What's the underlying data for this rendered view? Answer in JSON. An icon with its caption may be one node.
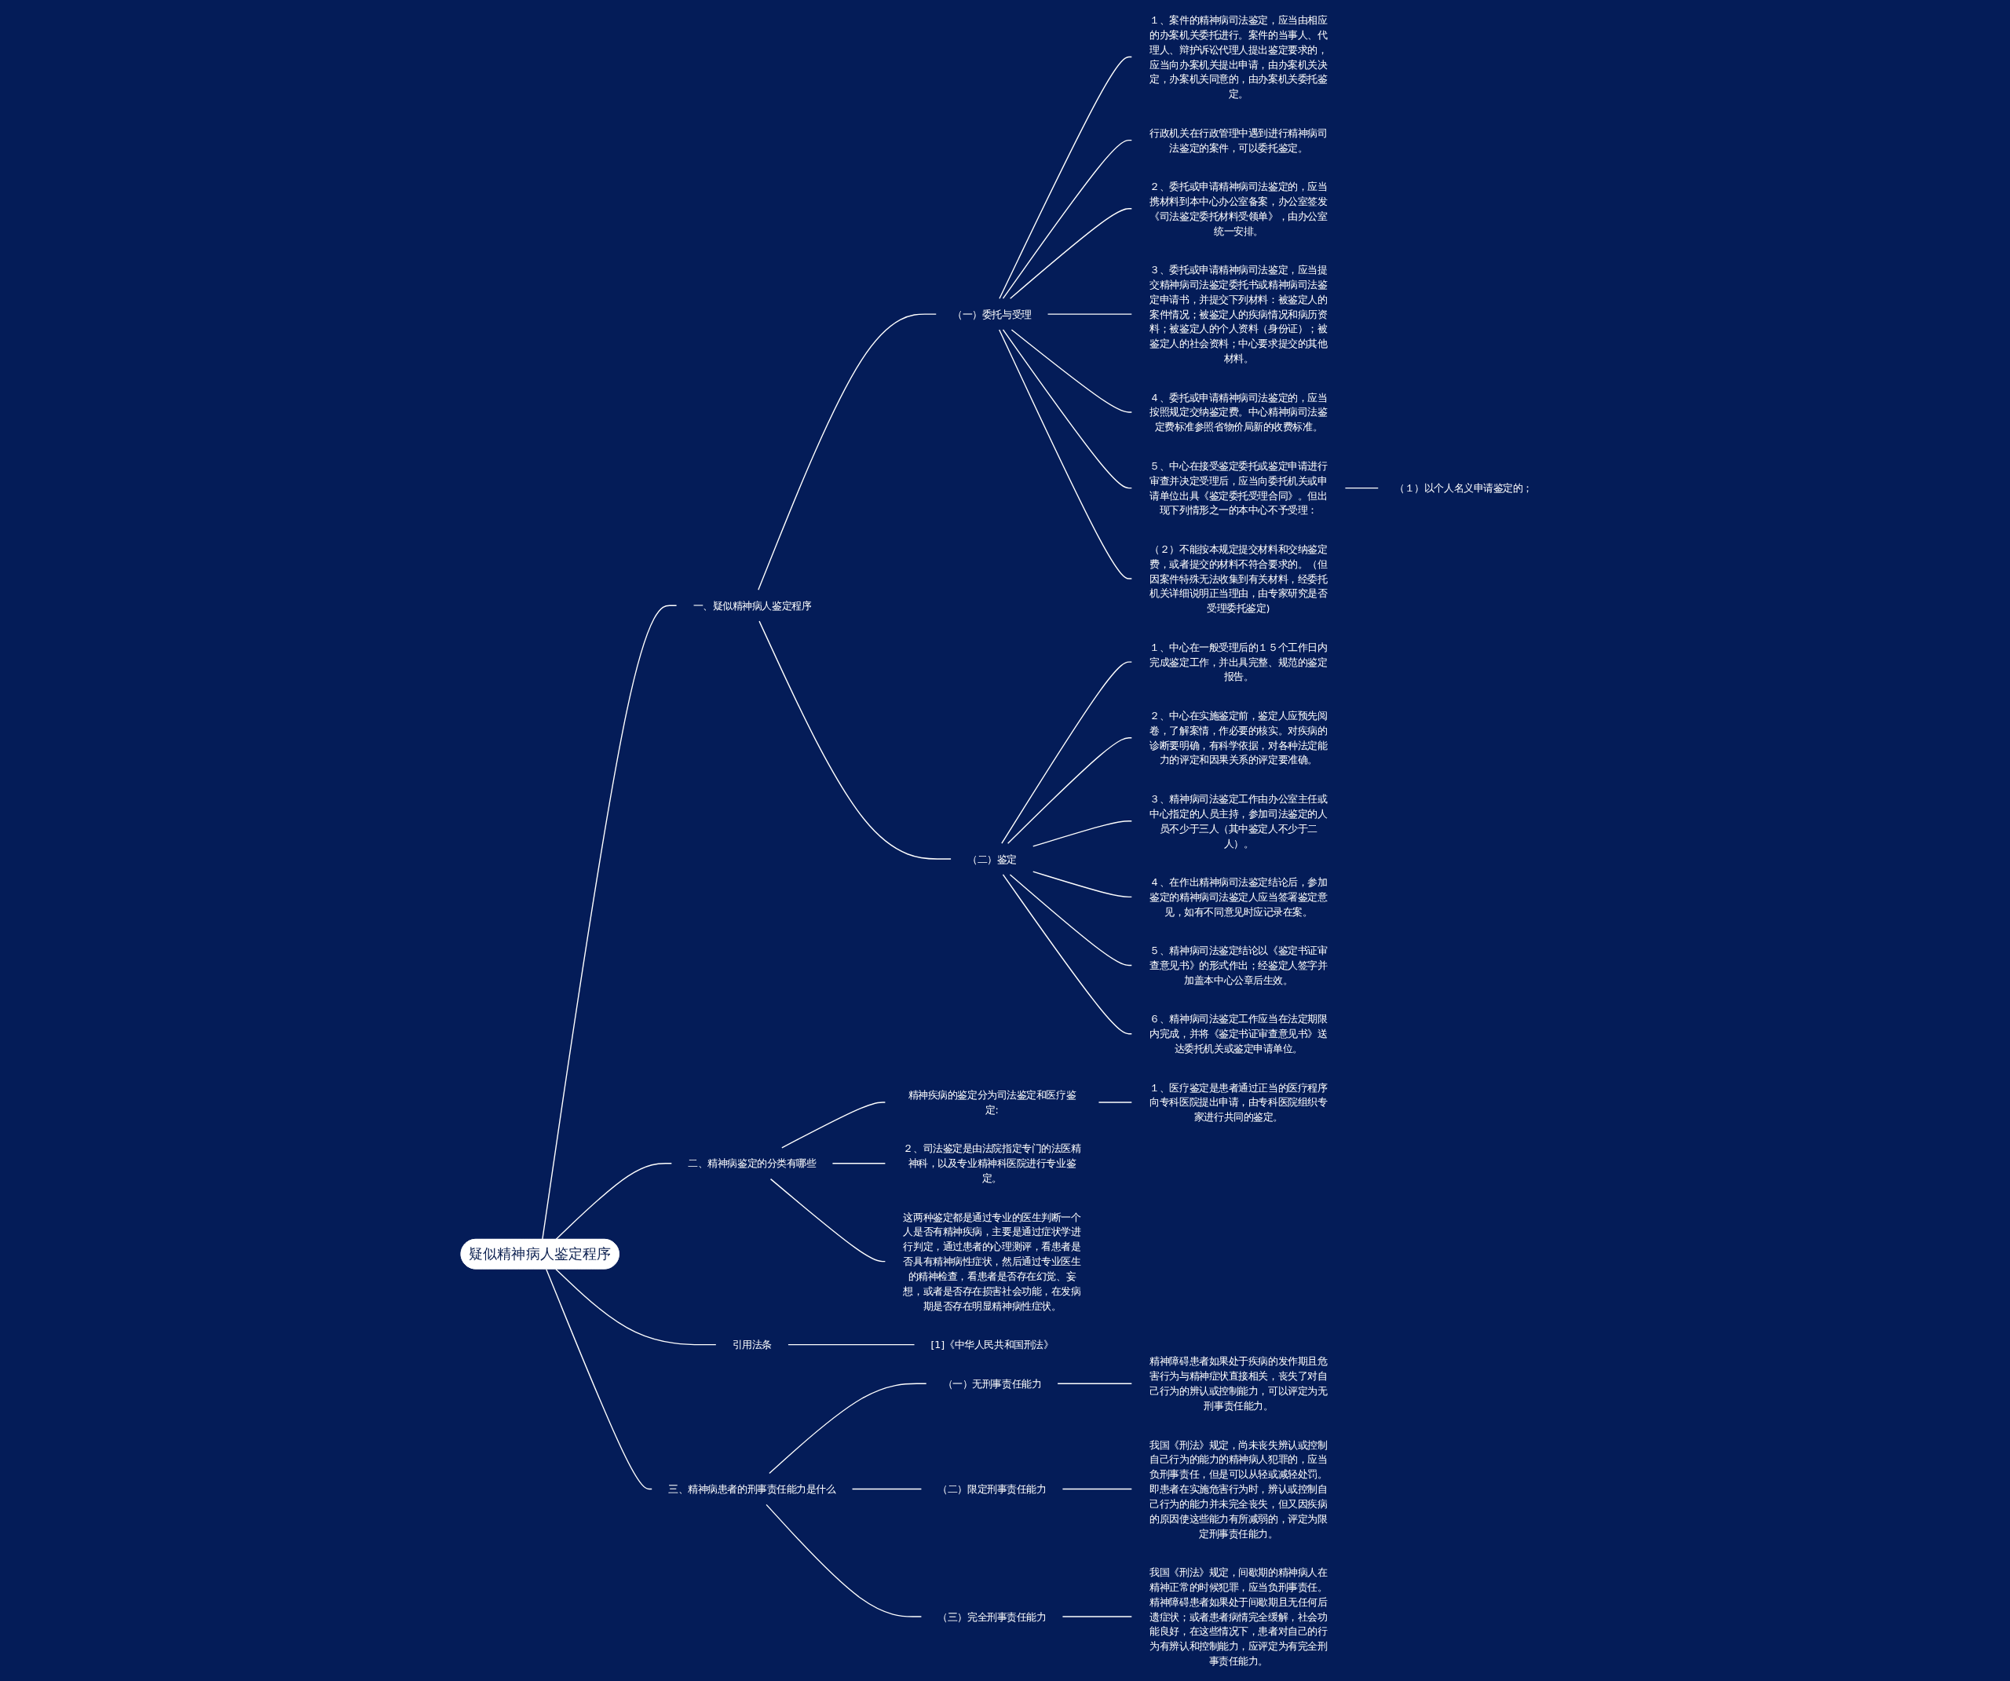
{
  "diagram": {
    "nodes": [
      {
        "text": [
          "疑似精神病人鉴定程序"
        ]
      },
      {
        "text": [
          "一、疑似精神病人鉴定程序"
        ]
      },
      {
        "text": [
          "（一）委托与受理"
        ]
      },
      {
        "text": [
          "１、案件的精神病司法鉴定，应当由相应的办案机关委托进行。案件的当事人、代理人、辩护诉讼代理人提出鉴定要求的，应当向办案机关提出申请，由办案机关决定，办案机关同意的，由办案机关委托鉴定。"
        ]
      },
      {
        "text": [
          "行政机关在行政管理中遇到进行精神病司法鉴定的案件，可以委托鉴定。"
        ]
      },
      {
        "text": [
          "２、委托或申请精神病司法鉴定的，应当携材料到本中心办公室备案，办公室签发《司法鉴定委托材料受领单》，由办公室统一安排。"
        ]
      },
      {
        "text": [
          "３、委托或申请精神病司法鉴定，应当提交精神病司法鉴定委托书或精神病司法鉴定申请书，并提交下列材料：被鉴定人的案件情况；被鉴定人的疾病情况和病历资料；被鉴定人的个人资料（身份证）；被鉴定人的社会资料；中心要求提交的其他材料。"
        ]
      },
      {
        "text": [
          "４、委托或申请精神病司法鉴定的，应当按照规定交纳鉴定费。中心精神病司法鉴定费标准参照省物价局新的收费标准。"
        ]
      },
      {
        "text": [
          "５、中心在接受鉴定委托或鉴定申请进行审查并决定受理后，应当向委托机关或申请单位出具《鉴定委托受理合同》。但出现下列情形之一的本中心不予受理："
        ]
      },
      {
        "text": [
          "（２）不能按本规定提交材料和交纳鉴定费，或者提交的材料不符合要求的。（但因案件特殊无法收集到有关材料，经委托机关详细说明正当理由，由专家研究是否受理委托鉴定)"
        ]
      },
      {
        "text": [
          "（１）以个人名义申请鉴定的；"
        ]
      },
      {
        "text": [
          "（二）鉴定"
        ]
      },
      {
        "text": [
          "１、中心在一般受理后的１５个工作日内完成鉴定工作，并出具完整、规范的鉴定报告。"
        ]
      },
      {
        "text": [
          "２、中心在实施鉴定前，鉴定人应预先阅卷，了解案情，作必要的核实。对疾病的诊断要明确，有科学依据，对各种法定能力的评定和因果关系的评定要准确。"
        ]
      },
      {
        "text": [
          "３、精神病司法鉴定工作由办公室主任或中心指定的人员主持，参加司法鉴定的人员不少于三人（其中鉴定人不少于二人）。"
        ]
      },
      {
        "text": [
          "４、在作出精神病司法鉴定结论后，参加鉴定的精神病司法鉴定人应当签署鉴定意见，如有不同意见时应记录在案。"
        ]
      },
      {
        "text": [
          "５、精神病司法鉴定结论以《鉴定书证审查意见书》的形式作出；经鉴定人签字并加盖本中心公章后生效。"
        ]
      },
      {
        "text": [
          "６、精神病司法鉴定工作应当在法定期限内完成，并将《鉴定书证审查意见书》送达委托机关或鉴定申请单位。"
        ]
      },
      {
        "text": [
          "二、精神病鉴定的分类有哪些"
        ]
      },
      {
        "text": [
          "精神疾病的鉴定分为司法鉴定和医疗鉴定:"
        ]
      },
      {
        "text": [
          "１、医疗鉴定是患者通过正当的医疗程序向专科医院提出申请，由专科医院组织专家进行共同的鉴定。"
        ]
      },
      {
        "text": [
          "２、司法鉴定是由法院指定专门的法医精神科，以及专业精神科医院进行专业鉴定。"
        ]
      },
      {
        "text": [
          "这两种鉴定都是通过专业的医生判断一个人是否有精神疾病，主要是通过症状学进行判定，通过患者的心理测评，看患者是否具有精神病性症状，然后通过专业医生的精神检查，看患者是否存在幻觉、妄想，或者是否存在损害社会功能，在发病期是否存在明显精神病性症状。"
        ]
      },
      {
        "text": [
          "引用法条"
        ]
      },
      {
        "text": [
          "[1]《中华人民共和国刑法》"
        ]
      },
      {
        "text": [
          "三、精神病患者的刑事责任能力是什么"
        ]
      },
      {
        "text": [
          "（一）无刑事责任能力"
        ]
      },
      {
        "text": [
          "精神障碍患者如果处于疾病的发作期且危害行为与精神症状直接相关，丧失了对自己行为的辨认或控制能力，可以评定为无刑事责任能力。"
        ]
      },
      {
        "text": [
          "（二）限定刑事责任能力"
        ]
      },
      {
        "text": [
          "我国《刑法》规定，尚未丧失辨认或控制自己行为的能力的精神病人犯罪的，应当负刑事责任，但是可以从轻或减轻处罚。即患者在实施危害行为时，辨认或控制自己行为的能力并未完全丧失，但又因疾病的原因使这些能力有所减弱的，评定为限定刑事责任能力。"
        ]
      },
      {
        "text": [
          "（三）完全刑事责任能力"
        ]
      },
      {
        "text": [
          "我国《刑法》规定，间歇期的精神病人在精神正常的时候犯罪，应当负刑事责任。精神障碍患者如果处于间歇期且无任何后遗症状；或者患者病情完全缓解，社会功能良好，在这些情况下，患者对自己的行为有辨认和控制能力，应评定为有完全刑事责任能力。"
        ]
      }
    ],
    "edges": [
      {
        "from": 0,
        "to": 1,
        "arrow": "none"
      },
      {
        "from": 1,
        "to": 2,
        "arrow": "none"
      },
      {
        "from": 2,
        "to": 3,
        "arrow": "none"
      },
      {
        "from": 2,
        "to": 4,
        "arrow": "none"
      },
      {
        "from": 2,
        "to": 5,
        "arrow": "none"
      },
      {
        "from": 2,
        "to": 6,
        "arrow": "none"
      },
      {
        "from": 2,
        "to": 7,
        "arrow": "none"
      },
      {
        "from": 2,
        "to": 8,
        "arrow": "none"
      },
      {
        "from": 2,
        "to": 9,
        "arrow": "none"
      },
      {
        "from": 8,
        "to": 10,
        "arrow": "none"
      },
      {
        "from": 1,
        "to": 11,
        "arrow": "none"
      },
      {
        "from": 11,
        "to": 12,
        "arrow": "none"
      },
      {
        "from": 11,
        "to": 13,
        "arrow": "none"
      },
      {
        "from": 11,
        "to": 14,
        "arrow": "none"
      },
      {
        "from": 11,
        "to": 15,
        "arrow": "none"
      },
      {
        "from": 11,
        "to": 16,
        "arrow": "none"
      },
      {
        "from": 11,
        "to": 17,
        "arrow": "none"
      },
      {
        "from": 0,
        "to": 18,
        "arrow": "none"
      },
      {
        "from": 18,
        "to": 19,
        "arrow": "none"
      },
      {
        "from": 19,
        "to": 20,
        "arrow": "none"
      },
      {
        "from": 18,
        "to": 21,
        "arrow": "none"
      },
      {
        "from": 18,
        "to": 22,
        "arrow": "none"
      },
      {
        "from": 0,
        "to": 23,
        "arrow": "none"
      },
      {
        "from": 23,
        "to": 24,
        "arrow": "none"
      },
      {
        "from": 0,
        "to": 25,
        "arrow": "none"
      },
      {
        "from": 25,
        "to": 26,
        "arrow": "none"
      },
      {
        "from": 26,
        "to": 27,
        "arrow": "none"
      },
      {
        "from": 25,
        "to": 28,
        "arrow": "none"
      },
      {
        "from": 28,
        "to": 29,
        "arrow": "none"
      },
      {
        "from": 25,
        "to": 30,
        "arrow": "none"
      },
      {
        "from": 30,
        "to": 31,
        "arrow": "none"
      }
    ]
  }
}
